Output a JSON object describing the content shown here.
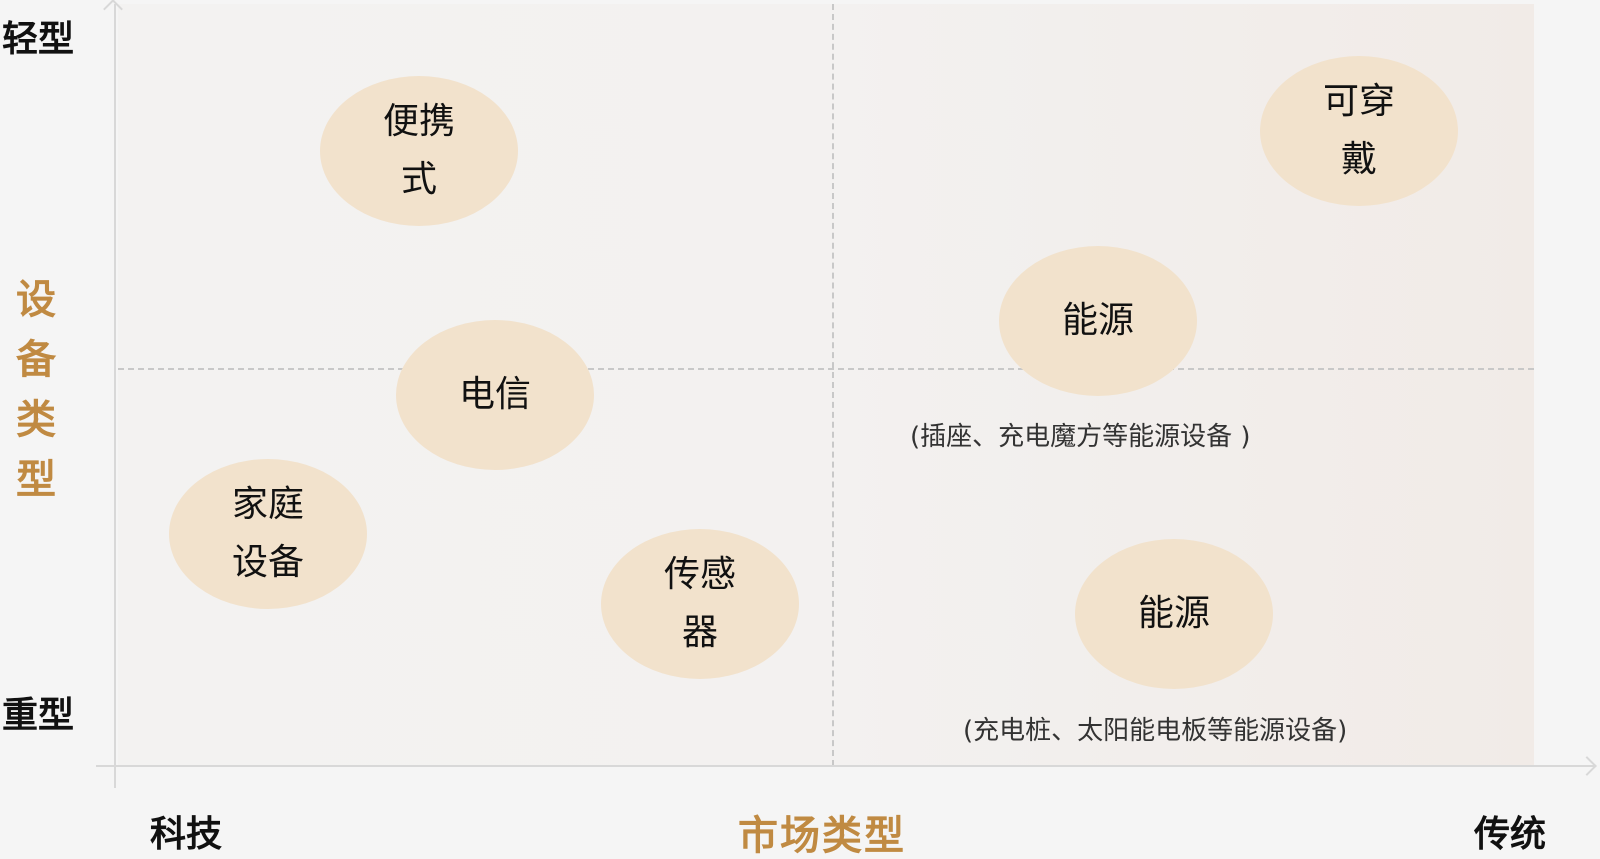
{
  "diagram": {
    "type": "quadrant",
    "colors": {
      "background": "#f5f5f5",
      "bubble_fill": "#f2e2cc",
      "axis_title": "#c08a42",
      "axis_line": "#d8d8d8",
      "divider_dash": "#c8c8c8",
      "text": "#111111"
    },
    "y_axis": {
      "title_chars": [
        "设",
        "备",
        "类",
        "型"
      ],
      "top_label": "轻型",
      "bottom_label": "重型"
    },
    "x_axis": {
      "title": "市场类型",
      "left_label": "科技",
      "right_label": "传统"
    },
    "bubbles": [
      {
        "lines": [
          "便携",
          "式"
        ]
      },
      {
        "lines": [
          "可穿",
          "戴"
        ]
      },
      {
        "lines": [
          "能源"
        ]
      },
      {
        "lines": [
          "电信"
        ]
      },
      {
        "lines": [
          "家庭",
          "设备"
        ]
      },
      {
        "lines": [
          "传感",
          "器"
        ]
      },
      {
        "lines": [
          "能源"
        ]
      }
    ],
    "notes": [
      "(插座、充电魔方等能源设备 )",
      "(充电桩、太阳能电板等能源设备)"
    ]
  }
}
